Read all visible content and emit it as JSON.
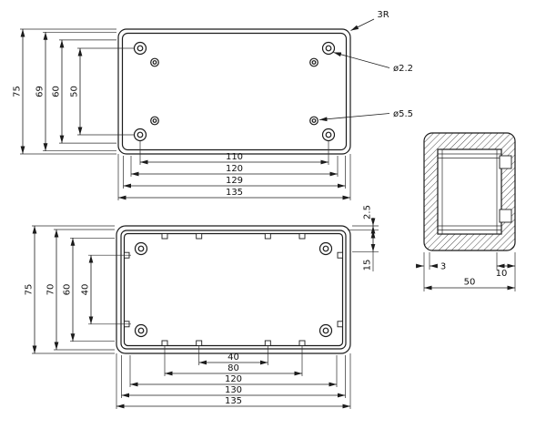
{
  "top_view": {
    "callouts": {
      "corner_radius": "3R",
      "small_hole": "ø2.2",
      "large_hole": "ø5.5"
    },
    "dims_bottom": {
      "d110": "110",
      "d120": "120",
      "d129": "129",
      "d135": "135"
    },
    "dims_left": {
      "d50": "50",
      "d60": "60",
      "d69": "69",
      "d75": "75"
    }
  },
  "bottom_view": {
    "dims_bottom": {
      "d40": "40",
      "d80": "80",
      "d120": "120",
      "d130": "130",
      "d135": "135"
    },
    "dims_left": {
      "d40": "40",
      "d60": "60",
      "d70": "70",
      "d75": "75"
    },
    "dims_right": {
      "lip": "2.5",
      "depth": "15"
    }
  },
  "side_view": {
    "dims": {
      "wall": "3",
      "flange": "10",
      "width": "50"
    }
  }
}
